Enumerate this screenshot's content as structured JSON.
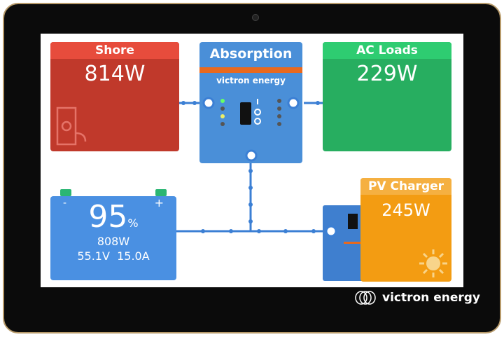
{
  "shore": {
    "title": "Shore",
    "power": "814W"
  },
  "inverter": {
    "state": "Absorption",
    "brand": "victron energy"
  },
  "ac_loads": {
    "title": "AC Loads",
    "power": "229W"
  },
  "battery": {
    "soc": "95",
    "soc_unit": "%",
    "power": "808W",
    "voltage": "55.1V",
    "current": "15.0A",
    "minus": "-",
    "plus": "+"
  },
  "pv_charger": {
    "title": "PV Charger",
    "power": "245W"
  },
  "device": {
    "brand": "victron energy"
  },
  "colors": {
    "shore": "#c0392b",
    "ac_loads": "#27ae60",
    "inverter": "#4a8fd8",
    "battery": "#4a90e2",
    "pv": "#f39c12",
    "line": "#3b7fd4"
  }
}
